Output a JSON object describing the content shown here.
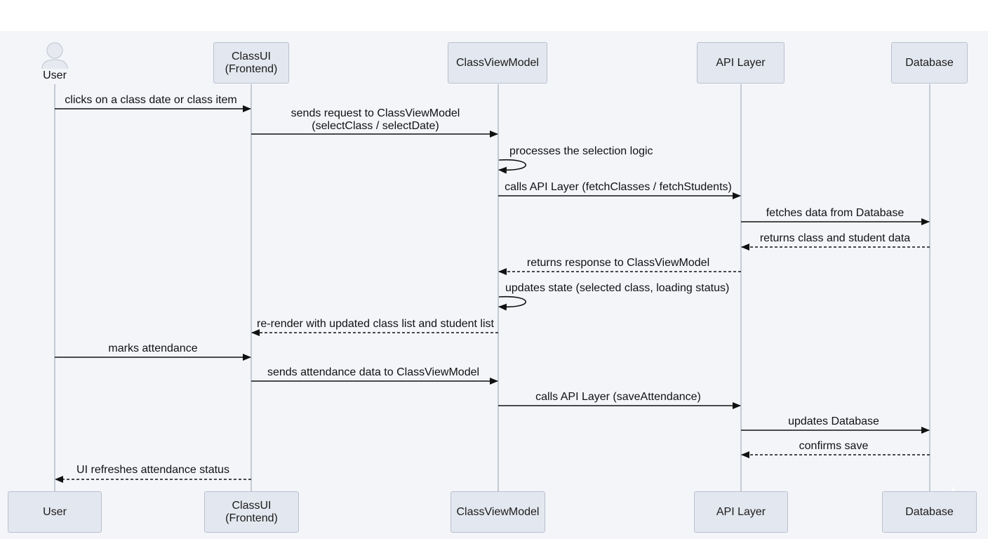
{
  "participants": {
    "user": "User",
    "classui": "ClassUI\n(Frontend)",
    "classviewmodel": "ClassViewModel",
    "api": "API Layer",
    "database": "Database"
  },
  "messages": [
    "clicks on a class date or class item",
    "sends request to ClassViewModel\n(selectClass / selectDate)",
    "processes the selection logic",
    "calls API Layer (fetchClasses / fetchStudents)",
    "fetches data from Database",
    "returns class and student data",
    "returns response to ClassViewModel",
    "updates state (selected class, loading status)",
    "re-render with updated class list and student list",
    "marks attendance",
    "sends attendance data to ClassViewModel",
    "calls API Layer (saveAttendance)",
    "updates Database",
    "confirms save",
    "UI refreshes attendance status"
  ],
  "colors": {
    "background": "#f3f5f9",
    "box_fill": "#e3e7ef",
    "box_border": "#b9c1cf",
    "lifeline": "#b4bccb",
    "arrow": "#111111"
  }
}
